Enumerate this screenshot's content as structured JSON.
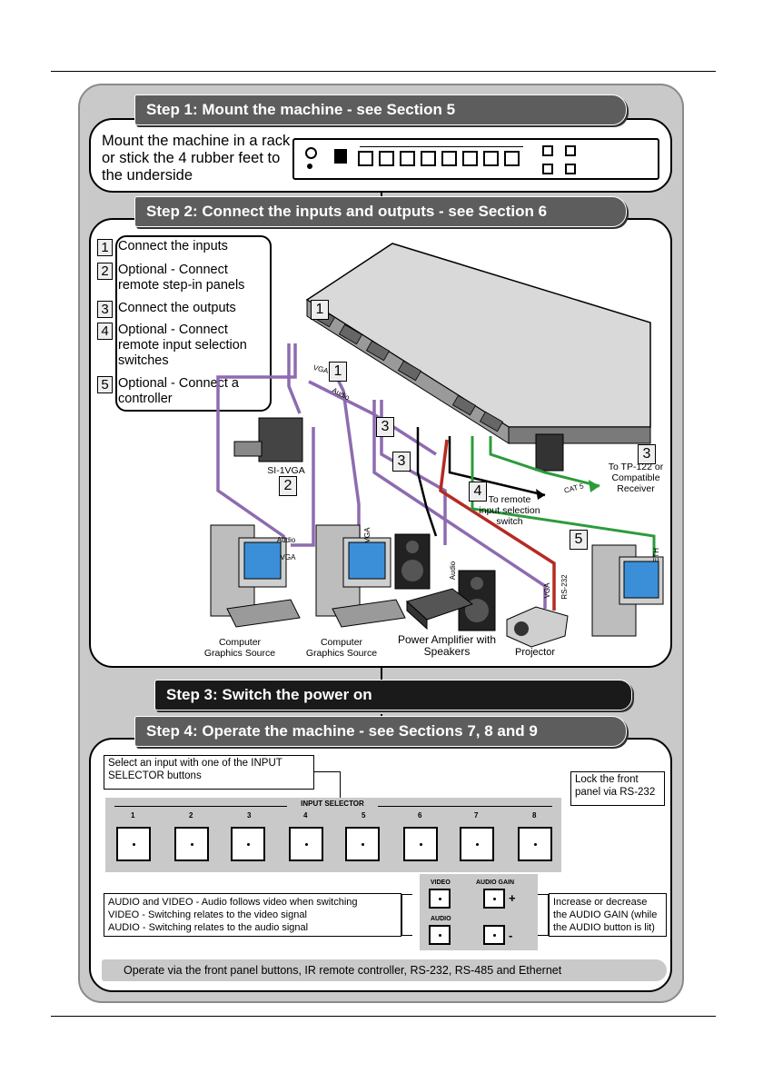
{
  "steps": {
    "step1": "Step 1: Mount the machine - see Section 5",
    "step2": "Step 2: Connect the inputs and outputs - see Section 6",
    "step3": "Step 3: Switch the power on",
    "step4": "Step 4: Operate the machine - see Sections 7, 8 and 9"
  },
  "mount_text": "Mount the machine in a rack or stick the 4 rubber feet to the underside",
  "connect_list": [
    {
      "num": "1",
      "text": "Connect the inputs"
    },
    {
      "num": "2",
      "text": "Optional - Connect remote step-in panels"
    },
    {
      "num": "3",
      "text": "Connect the outputs"
    },
    {
      "num": "4",
      "text": "Optional - Connect remote input selection switches"
    },
    {
      "num": "5",
      "text": "Optional - Connect a controller"
    }
  ],
  "diagram": {
    "callouts": [
      "1",
      "1",
      "2",
      "3",
      "3",
      "3",
      "4",
      "5"
    ],
    "si_label": "SI-1VGA",
    "cable_vga": "VGA",
    "cable_audio": "Audio",
    "cable_cat5": "CAT 5",
    "cable_rs232": "RS-232",
    "cable_eth": "ETH",
    "tp_label": "To TP-122 or Compatible Receiver",
    "remote_label": "To remote input selection switch",
    "src1": "Computer Graphics Source",
    "src2": "Computer Graphics Source",
    "amp": "Power Amplifier with Speakers",
    "projector": "Projector"
  },
  "operate": {
    "select_hint": "Select an input with one of the INPUT SELECTOR buttons",
    "lock_hint": "Lock the front panel via RS-232",
    "input_selector_title": "INPUT SELECTOR",
    "inputs": [
      "1",
      "2",
      "3",
      "4",
      "5",
      "6",
      "7",
      "8"
    ],
    "av_text": [
      "AUDIO and VIDEO - Audio follows video when switching",
      "VIDEO - Switching relates to the video signal",
      "AUDIO - Switching relates to the audio signal"
    ],
    "video_label": "VIDEO",
    "audio_label": "AUDIO",
    "audio_gain_label": "AUDIO GAIN",
    "plus": "+",
    "minus": "-",
    "gain_text": "Increase or decrease the AUDIO GAIN (while the AUDIO button is lit)",
    "footer": "Operate via the front panel buttons, IR remote controller, RS-232, RS-485 and Ethernet"
  },
  "colors": {
    "purple": "#8e6bb0",
    "red": "#b52a22",
    "green": "#2c9b3b",
    "banner": "#5d5d5d"
  }
}
